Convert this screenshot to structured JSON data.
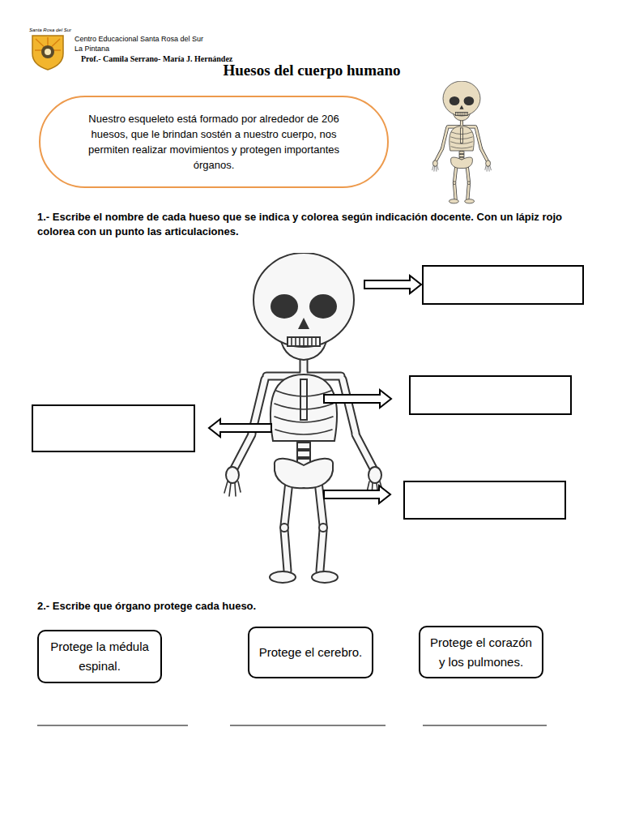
{
  "diagram": {
    "title": "Huesos del cuerpo humano",
    "nodes": [
      {
        "text": [
          "Nuestro esqueleto está formado por alrededor de 206 huesos, que le brindan sostén a nuestro cuerpo, nos permiten realizar movimientos y protegen importantes órganos."
        ]
      },
      {
        "text": [
          "Protege la médula espinal."
        ]
      },
      {
        "text": [
          "Protege el cerebro."
        ]
      },
      {
        "text": [
          "Protege el corazón y los pulmones."
        ]
      }
    ],
    "labels": [
      "Centro Educacional Santa Rosa del Sur",
      "La Pintana",
      "Prof.- Camila Serrano- María J. Hernández",
      "1.- Escribe el nombre de cada hueso que se indica y colorea según indicación docente. Con un lápiz rojo colorea con un punto las articulaciones.",
      "2.- Escribe que órgano protege cada hueso.",
      "Santa Rosa del Sur"
    ]
  }
}
